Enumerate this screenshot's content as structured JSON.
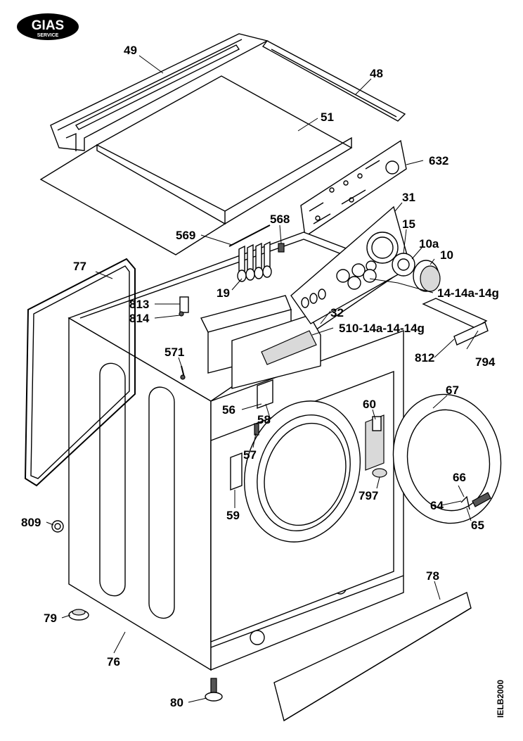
{
  "logo": {
    "brand": "GIAS",
    "subtitle": "SERVICE"
  },
  "drawing_code": "IELB2000",
  "callouts": [
    "49",
    "48",
    "51",
    "632",
    "31",
    "568",
    "569",
    "15",
    "10a",
    "10",
    "77",
    "19",
    "813",
    "814",
    "14-14a-14g",
    "32",
    "510-14a-14-14g",
    "812",
    "794",
    "571",
    "56",
    "58",
    "60",
    "67",
    "57",
    "66",
    "797",
    "64",
    "65",
    "59",
    "809",
    "78",
    "79",
    "76",
    "80"
  ]
}
